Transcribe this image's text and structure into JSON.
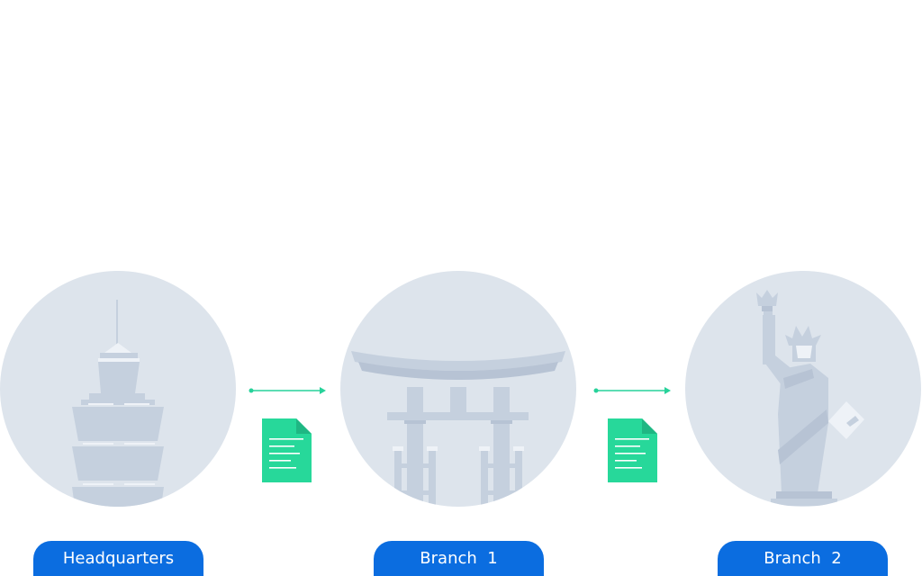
{
  "nodes": [
    {
      "id": "hq",
      "label": "Headquarters",
      "landmark": "taipei-101-tower-icon"
    },
    {
      "id": "branch1",
      "label": "Branch  1",
      "landmark": "torii-gate-icon"
    },
    {
      "id": "branch2",
      "label": "Branch  2",
      "landmark": "statue-of-liberty-icon"
    }
  ],
  "connectors": [
    {
      "from": "hq",
      "to": "branch1",
      "icon": "document-icon"
    },
    {
      "from": "branch1",
      "to": "branch2",
      "icon": "document-icon"
    }
  ],
  "colors": {
    "circle": "#dde4ec",
    "building": "#c5d0de",
    "building_dark": "#b7c3d4",
    "highlight": "#eef2f7",
    "arrow": "#27d29a",
    "document": "#27d89a",
    "label_bg": "#0b6de0",
    "label_text": "#ffffff"
  }
}
